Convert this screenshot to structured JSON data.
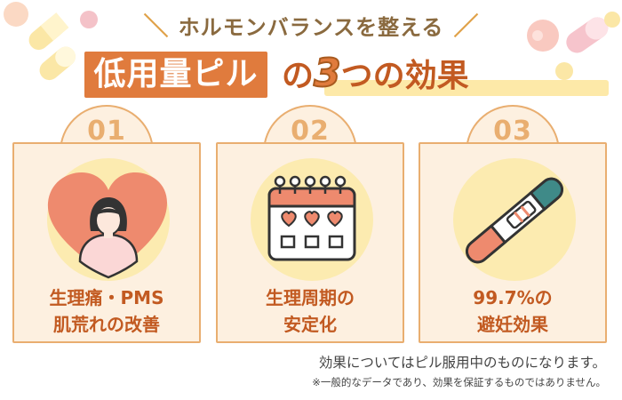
{
  "header": {
    "subtitle": "ホルモンバランスを整える",
    "title_boxed": "低用量ピル",
    "title_no": "の",
    "title_number": "3",
    "title_rest": "つの効果"
  },
  "cards": [
    {
      "number": "01",
      "line1": "生理痛・PMS",
      "line2": "肌荒れの改善",
      "icon": "woman-heart-icon"
    },
    {
      "number": "02",
      "line1": "生理周期の",
      "line2": "安定化",
      "icon": "calendar-hearts-icon"
    },
    {
      "number": "03",
      "line1": "99.7%の",
      "line2": "避妊効果",
      "icon": "pregnancy-test-icon"
    }
  ],
  "footnote": "効果についてはピル服用中のものになります。",
  "disclaimer": "※一般的なデータであり、効果を保証するものではありません。",
  "colors": {
    "accent_orange": "#e07b3d",
    "card_background": "#fdf0e0",
    "card_border": "#e9ae70",
    "highlight_yellow": "#fde9a8"
  }
}
